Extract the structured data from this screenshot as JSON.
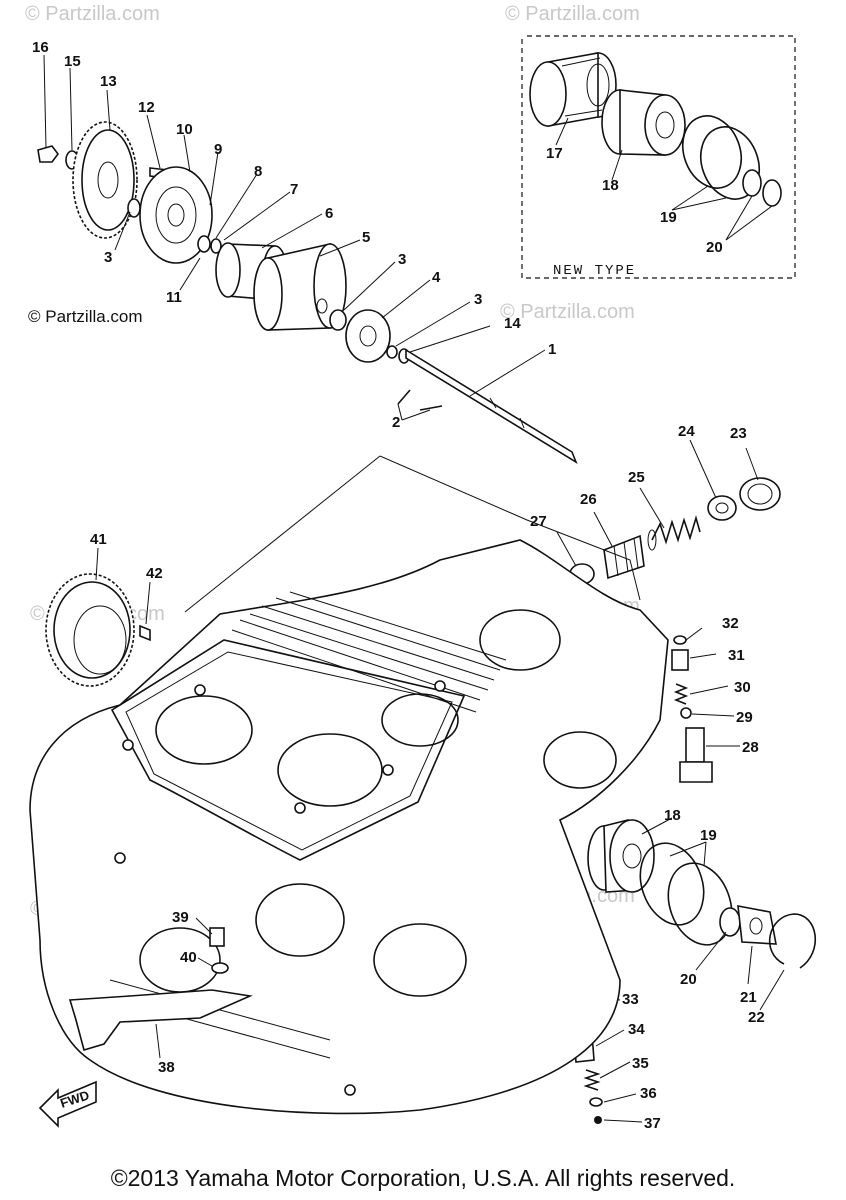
{
  "watermark_side": "© Partzilla.com",
  "watermark_faint": "© Partzilla.com",
  "new_type_label": "NEW TYPE",
  "fwd_label": "FWD",
  "footer": "©2013 Yamaha Motor Corporation, U.S.A. All rights reserved.",
  "callouts": {
    "c1": "1",
    "c2": "2",
    "c3a": "3",
    "c3b": "3",
    "c3c": "3",
    "c4": "4",
    "c5": "5",
    "c6": "6",
    "c7": "7",
    "c8": "8",
    "c9": "9",
    "c10": "10",
    "c11": "11",
    "c12": "12",
    "c13": "13",
    "c14": "14",
    "c15": "15",
    "c16": "16",
    "c17": "17",
    "c18a": "18",
    "c18b": "18",
    "c19a": "19",
    "c19b": "19",
    "c20a": "20",
    "c20b": "20",
    "c21": "21",
    "c22": "22",
    "c23": "23",
    "c24": "24",
    "c25": "25",
    "c26": "26",
    "c27": "27",
    "c28": "28",
    "c29": "29",
    "c30": "30",
    "c31": "31",
    "c32": "32",
    "c33": "33",
    "c34": "34",
    "c35": "35",
    "c36": "36",
    "c37": "37",
    "c38": "38",
    "c39": "39",
    "c40": "40",
    "c41": "41",
    "c42": "42"
  }
}
